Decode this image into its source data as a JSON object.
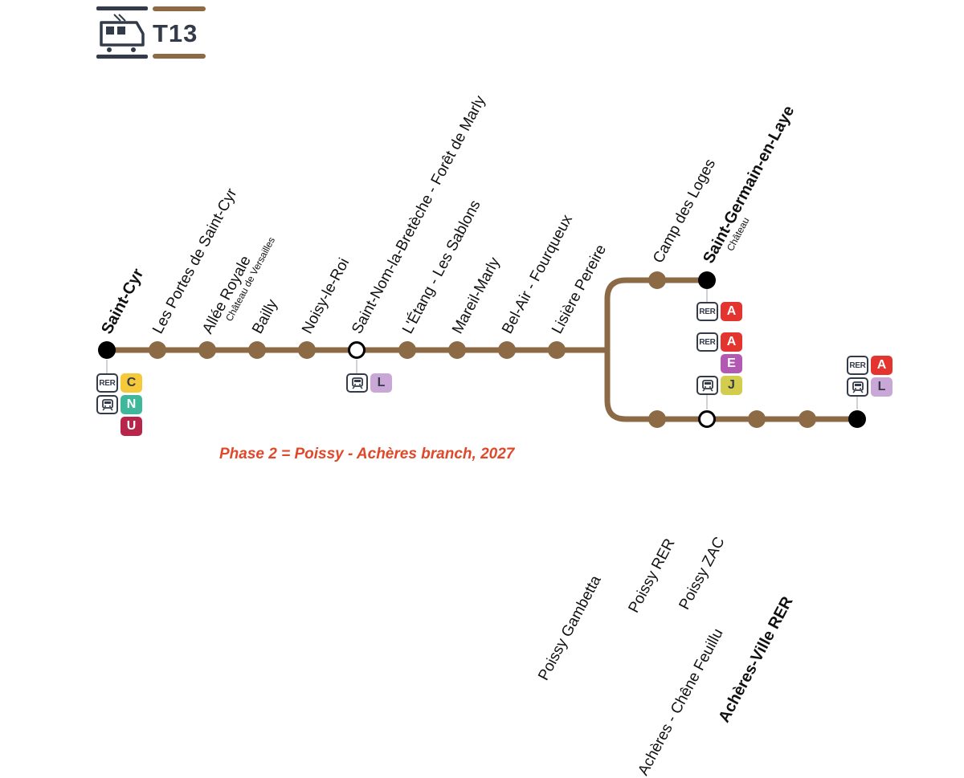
{
  "line": {
    "name": "T13",
    "color": "#8b6a45"
  },
  "note": "Phase 2 = Poissy - Achères branch, 2027",
  "stations": {
    "saint_cyr": "Saint-Cyr",
    "portes_saint_cyr": "Les Portes de Saint-Cyr",
    "allee_royale": "Allée Royale",
    "allee_royale_sub": "Château de Versailles",
    "bailly": "Bailly",
    "noisy_le_roi": "Noisy-le-Roi",
    "saint_nom": "Saint-Nom-la-Bretèche - Forêt de Marly",
    "etang_sablons": "L'Étang - Les Sablons",
    "mareil_marly": "Mareil-Marly",
    "bel_air": "Bel-Air - Fourqueux",
    "lisiere_pereire": "Lisière Pereire",
    "camp_des_loges": "Camp des Loges",
    "saint_germain": "Saint-Germain-en-Laye",
    "saint_germain_sub": "Château",
    "poissy_gambetta": "Poissy Gambetta",
    "poissy_rer": "Poissy RER",
    "poissy_zac": "Poissy ZAC",
    "acheres_chene": "Achères - Chêne Feuillu",
    "acheres_ville": "Achères-Ville RER"
  },
  "mode_labels": {
    "rer": "RER"
  },
  "connections": {
    "saint_cyr": [
      {
        "mode": "rer",
        "line": "C",
        "color": "#f5c93a",
        "text_color": "#333b4a"
      },
      {
        "mode": "train",
        "line": "N",
        "color": "#3fb79a",
        "text_color": "#ffffff"
      },
      {
        "mode": "",
        "line": "U",
        "color": "#b8254a",
        "text_color": "#ffffff"
      }
    ],
    "noisy_le_roi": [
      {
        "mode": "train",
        "line": "L",
        "color": "#c9a7d6",
        "text_color": "#333b4a"
      }
    ],
    "saint_germain": [
      {
        "mode": "rer",
        "line": "A",
        "color": "#e3342f",
        "text_color": "#ffffff"
      }
    ],
    "poissy_rer": [
      {
        "mode": "rer",
        "line": "A",
        "color": "#e3342f",
        "text_color": "#ffffff"
      },
      {
        "mode": "",
        "line": "E",
        "color": "#b25ab3",
        "text_color": "#ffffff"
      },
      {
        "mode": "train",
        "line": "J",
        "color": "#d4cc4c",
        "text_color": "#333b4a"
      }
    ],
    "acheres_ville": [
      {
        "mode": "rer",
        "line": "A",
        "color": "#e3342f",
        "text_color": "#ffffff"
      },
      {
        "mode": "train",
        "line": "L",
        "color": "#c9a7d6",
        "text_color": "#333b4a"
      }
    ]
  }
}
